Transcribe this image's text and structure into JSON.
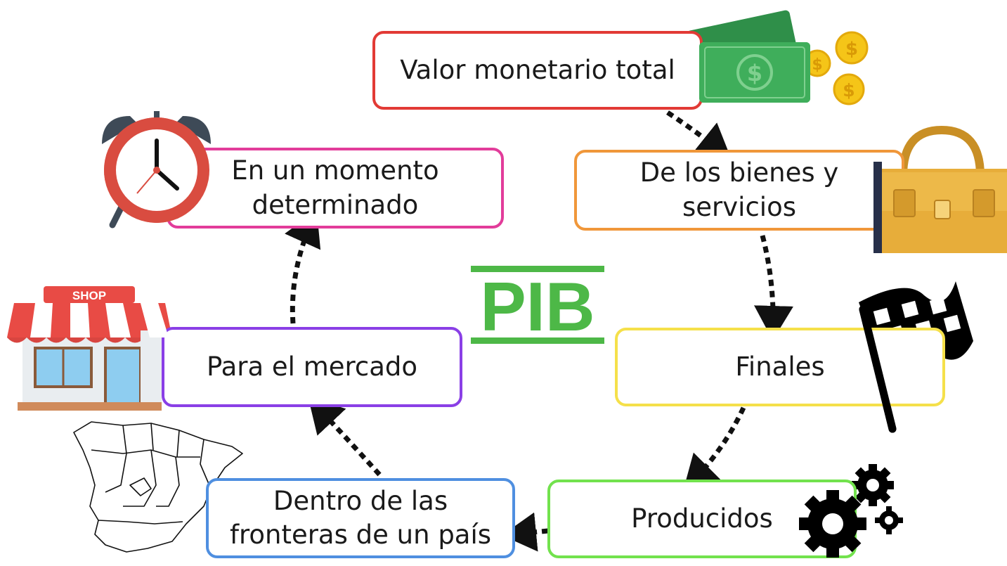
{
  "center_logo": {
    "text": "PIB",
    "color": "#4db847"
  },
  "steps": [
    {
      "id": "valor",
      "label": "Valor monetario total",
      "border_color": "#e23a35"
    },
    {
      "id": "bienes",
      "label": "De los bienes y\nservicios",
      "border_color": "#f0973a"
    },
    {
      "id": "finales",
      "label": "Finales",
      "border_color": "#f5e04a"
    },
    {
      "id": "producidos",
      "label": "Producidos",
      "border_color": "#72e24d"
    },
    {
      "id": "fronteras",
      "label": "Dentro de las\nfronteras de un país",
      "border_color": "#4f8fe0"
    },
    {
      "id": "mercado",
      "label": "Para el mercado",
      "border_color": "#8a3fe6"
    },
    {
      "id": "momento",
      "label": "En un momento\ndeterminado",
      "border_color": "#e23c9a"
    }
  ],
  "icons": {
    "money": {
      "name": "money-icon",
      "bill_color": "#3fae5b",
      "coin_color": "#f5c518"
    },
    "handbag": {
      "name": "handbag-icon",
      "color": "#e7ad3a"
    },
    "flag": {
      "name": "checkered-flag-icon"
    },
    "gears": {
      "name": "gears-icon"
    },
    "map": {
      "name": "spain-map-icon"
    },
    "shop": {
      "name": "shop-icon",
      "sign_text": "SHOP",
      "awning_color": "#e84b45"
    },
    "clock": {
      "name": "alarm-clock-icon",
      "ring_color": "#d94c40"
    }
  }
}
